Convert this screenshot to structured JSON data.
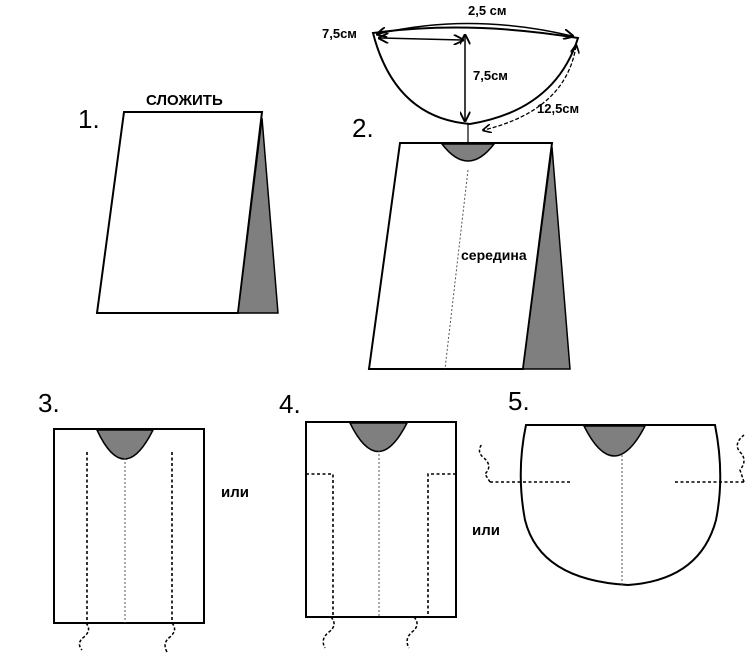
{
  "steps": {
    "s1": {
      "number": "1.",
      "caption": "СЛОЖИТЬ"
    },
    "s2": {
      "number": "2.",
      "label_middle": "середина"
    },
    "s3": {
      "number": "3."
    },
    "s4": {
      "number": "4."
    },
    "s5": {
      "number": "5."
    }
  },
  "dimensions": {
    "top_width": "2,5 см",
    "side_width": "7,5см",
    "depth": "7,5см",
    "curve": "12,5см"
  },
  "connectors": {
    "or_1": "или",
    "or_2": "или"
  },
  "colors": {
    "fill_gray": "#7f7f7f",
    "stroke": "#000000",
    "background": "#ffffff"
  }
}
